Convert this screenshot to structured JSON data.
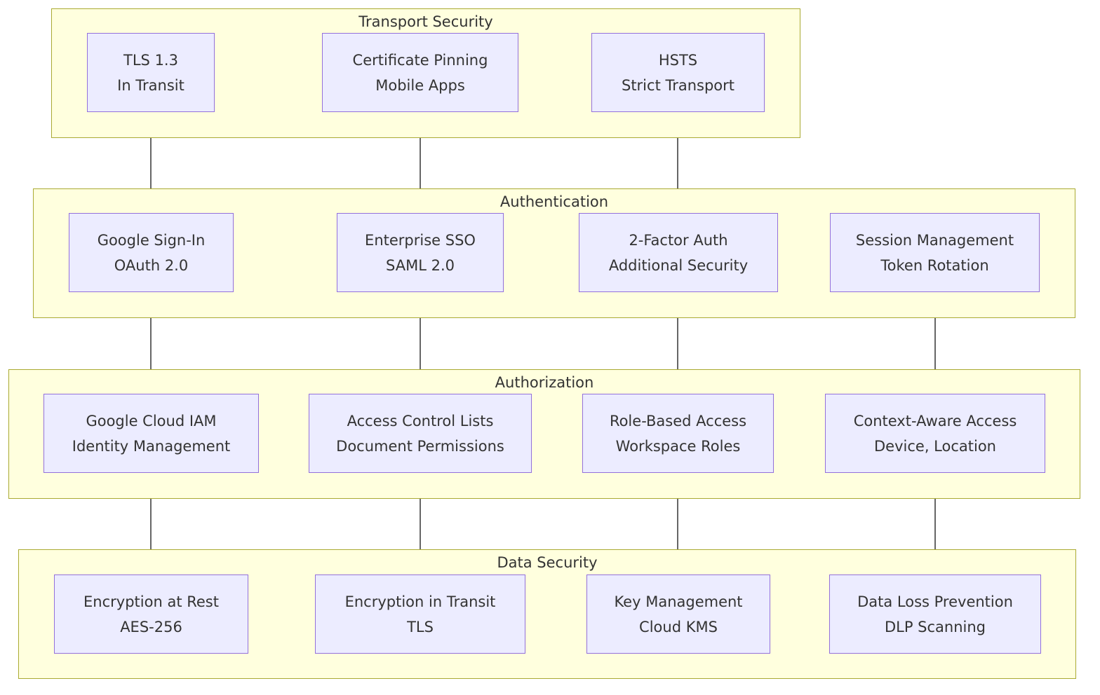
{
  "colors": {
    "group_fill": "#ffffde",
    "group_border": "#aaaa33",
    "node_fill": "#ececff",
    "node_border": "#9370db",
    "edge": "#333333",
    "text": "#333333"
  },
  "groups": {
    "transport": {
      "title": "Transport Security",
      "nodes": [
        {
          "line1": "TLS 1.3",
          "line2": "In Transit"
        },
        {
          "line1": "Certificate Pinning",
          "line2": "Mobile Apps"
        },
        {
          "line1": "HSTS",
          "line2": "Strict Transport"
        }
      ]
    },
    "authentication": {
      "title": "Authentication",
      "nodes": [
        {
          "line1": "Google Sign-In",
          "line2": "OAuth 2.0"
        },
        {
          "line1": "Enterprise SSO",
          "line2": "SAML 2.0"
        },
        {
          "line1": "2-Factor Auth",
          "line2": "Additional Security"
        },
        {
          "line1": "Session Management",
          "line2": "Token Rotation"
        }
      ]
    },
    "authorization": {
      "title": "Authorization",
      "nodes": [
        {
          "line1": "Google Cloud IAM",
          "line2": "Identity Management"
        },
        {
          "line1": "Access Control Lists",
          "line2": "Document Permissions"
        },
        {
          "line1": "Role-Based Access",
          "line2": "Workspace Roles"
        },
        {
          "line1": "Context-Aware Access",
          "line2": "Device, Location"
        }
      ]
    },
    "data": {
      "title": "Data Security",
      "nodes": [
        {
          "line1": "Encryption at Rest",
          "line2": "AES-256"
        },
        {
          "line1": "Encryption in Transit",
          "line2": "TLS"
        },
        {
          "line1": "Key Management",
          "line2": "Cloud KMS"
        },
        {
          "line1": "Data Loss Prevention",
          "line2": "DLP Scanning"
        }
      ]
    }
  }
}
